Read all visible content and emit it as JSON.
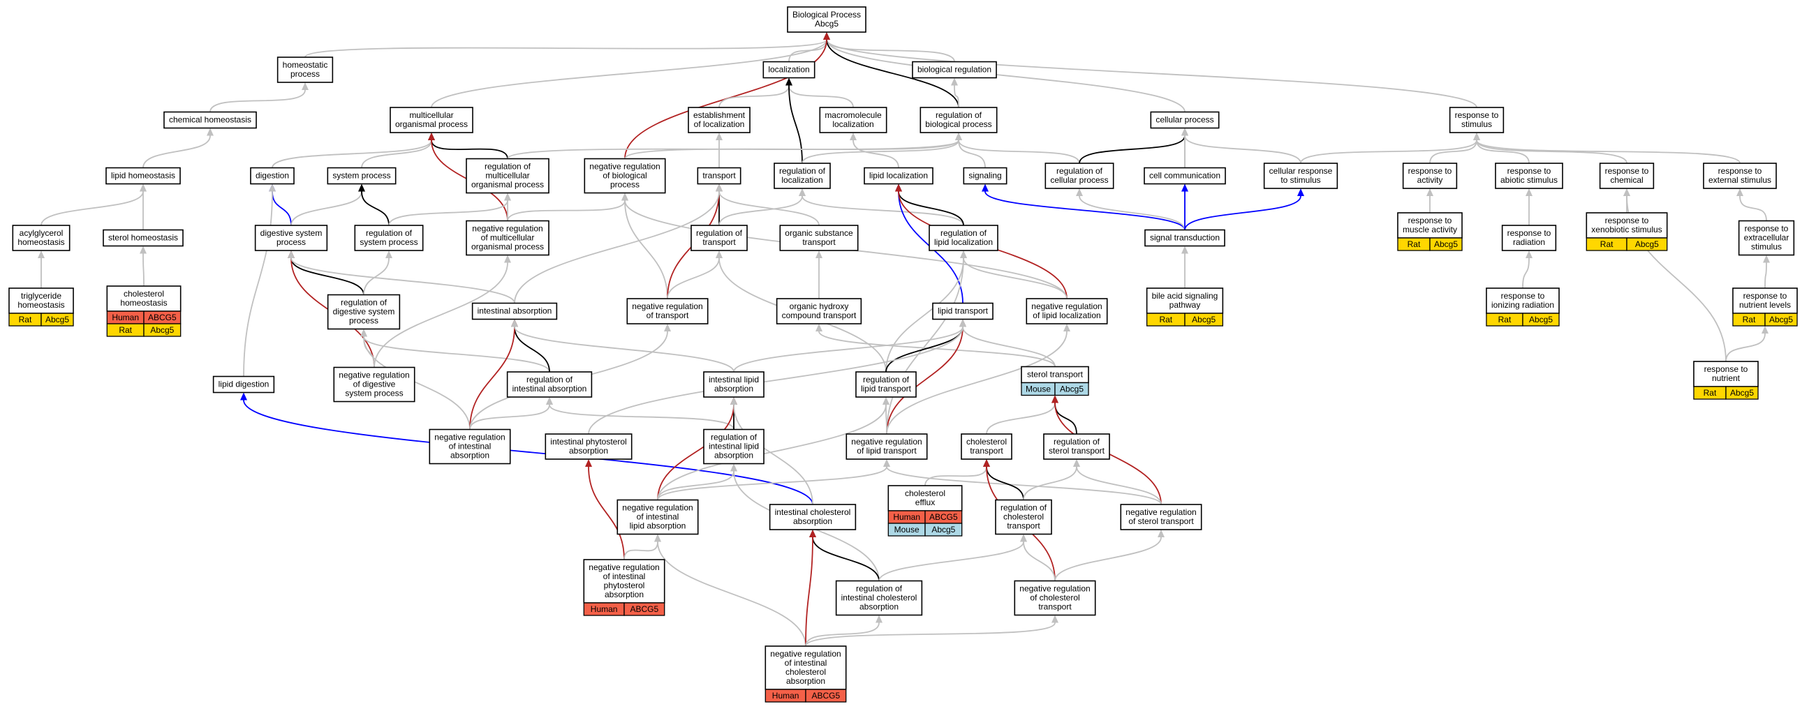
{
  "legend_colors": {
    "grey": "#c0c0c0",
    "black": "#000000",
    "red": "#b22222",
    "blue": "#0000ff"
  },
  "annotation_colors": {
    "Human": "#f46048",
    "Rat": "#ffd700",
    "Mouse": "#add8e6"
  },
  "nodes": {
    "bp": {
      "lines": [
        "Biological Process",
        "Abcg5"
      ]
    },
    "homeostatic": {
      "lines": [
        "homeostatic",
        "process"
      ]
    },
    "localization": {
      "lines": [
        "localization"
      ]
    },
    "bioreg": {
      "lines": [
        "biological regulation"
      ]
    },
    "chemhomeo": {
      "lines": [
        "chemical homeostasis"
      ]
    },
    "multicell": {
      "lines": [
        "multicellular",
        "organismal process"
      ]
    },
    "estloc": {
      "lines": [
        "establishment",
        "of localization"
      ]
    },
    "macroloc": {
      "lines": [
        "macromolecule",
        "localization"
      ]
    },
    "regbio": {
      "lines": [
        "regulation of",
        "biological process"
      ]
    },
    "cellproc": {
      "lines": [
        "cellular process"
      ]
    },
    "respstim": {
      "lines": [
        "response to",
        "stimulus"
      ]
    },
    "lipidhomeo": {
      "lines": [
        "lipid homeostasis"
      ]
    },
    "digestion": {
      "lines": [
        "digestion"
      ]
    },
    "sysproc": {
      "lines": [
        "system process"
      ]
    },
    "regmulti": {
      "lines": [
        "regulation of",
        "multicellular",
        "organismal process"
      ]
    },
    "negregbio": {
      "lines": [
        "negative regulation",
        "of biological",
        "process"
      ]
    },
    "transport": {
      "lines": [
        "transport"
      ]
    },
    "regloc": {
      "lines": [
        "regulation of",
        "localization"
      ]
    },
    "lipidloc": {
      "lines": [
        "lipid localization"
      ]
    },
    "signaling": {
      "lines": [
        "signaling"
      ]
    },
    "regcell": {
      "lines": [
        "regulation of",
        "cellular process"
      ]
    },
    "cellcomm": {
      "lines": [
        "cell communication"
      ]
    },
    "cellresp": {
      "lines": [
        "cellular response",
        "to stimulus"
      ]
    },
    "respmuscle": {
      "lines": [
        "response to",
        "activity"
      ]
    },
    "respabiotic": {
      "lines": [
        "response to",
        "abiotic stimulus"
      ]
    },
    "respchem": {
      "lines": [
        "response to",
        "chemical"
      ]
    },
    "respext": {
      "lines": [
        "response to",
        "external stimulus"
      ]
    },
    "acylhomeo": {
      "lines": [
        "acylglycerol",
        "homeostasis"
      ]
    },
    "sterolhomeo": {
      "lines": [
        "sterol homeostasis"
      ]
    },
    "digsys": {
      "lines": [
        "digestive system",
        "process"
      ]
    },
    "regsys": {
      "lines": [
        "regulation of",
        "system process"
      ]
    },
    "negregmulti": {
      "lines": [
        "negative regulation",
        "of multicellular",
        "organismal process"
      ]
    },
    "regtransport": {
      "lines": [
        "regulation of",
        "transport"
      ]
    },
    "orgsub": {
      "lines": [
        "organic substance",
        "transport"
      ]
    },
    "reglipidloc": {
      "lines": [
        "regulation of",
        "lipid localization"
      ]
    },
    "sigtrans": {
      "lines": [
        "signal transduction"
      ]
    },
    "respmuscleact": {
      "lines": [
        "response to",
        "muscle activity"
      ],
      "ann": [
        [
          "Rat",
          "Abcg5"
        ]
      ]
    },
    "respradiation": {
      "lines": [
        "response to",
        "radiation"
      ]
    },
    "respxeno": {
      "lines": [
        "response to",
        "xenobiotic stimulus"
      ],
      "ann": [
        [
          "Rat",
          "Abcg5"
        ]
      ]
    },
    "respextracell": {
      "lines": [
        "response to",
        "extracellular",
        "stimulus"
      ]
    },
    "trighomeo": {
      "lines": [
        "triglyceride",
        "homeostasis"
      ],
      "ann": [
        [
          "Rat",
          "Abcg5"
        ]
      ]
    },
    "cholhomeo": {
      "lines": [
        "cholesterol",
        "homeostasis"
      ],
      "ann": [
        [
          "Human",
          "ABCG5"
        ],
        [
          "Rat",
          "Abcg5"
        ]
      ]
    },
    "regdigsys": {
      "lines": [
        "regulation of",
        "digestive system",
        "process"
      ]
    },
    "intabs": {
      "lines": [
        "intestinal absorption"
      ]
    },
    "negregtransport": {
      "lines": [
        "negative regulation",
        "of transport"
      ]
    },
    "orghydroxy": {
      "lines": [
        "organic hydroxy",
        "compound transport"
      ]
    },
    "lipidtransport": {
      "lines": [
        "lipid transport"
      ]
    },
    "negreglipidloc": {
      "lines": [
        "negative regulation",
        "of lipid localization"
      ]
    },
    "bileacid": {
      "lines": [
        "bile acid signaling",
        "pathway"
      ],
      "ann": [
        [
          "Rat",
          "Abcg5"
        ]
      ]
    },
    "respionizing": {
      "lines": [
        "response to",
        "ionizing radiation"
      ],
      "ann": [
        [
          "Rat",
          "Abcg5"
        ]
      ]
    },
    "respnutlevels": {
      "lines": [
        "response to",
        "nutrient levels"
      ],
      "ann": [
        [
          "Rat",
          "Abcg5"
        ]
      ]
    },
    "lipiddigestion": {
      "lines": [
        "lipid digestion"
      ]
    },
    "negregdigsys": {
      "lines": [
        "negative regulation",
        "of digestive",
        "system process"
      ]
    },
    "regintabs": {
      "lines": [
        "regulation of",
        "intestinal absorption"
      ]
    },
    "intlipidabs": {
      "lines": [
        "intestinal lipid",
        "absorption"
      ]
    },
    "reglipidtransport": {
      "lines": [
        "regulation of",
        "lipid transport"
      ]
    },
    "steroltransport": {
      "lines": [
        "sterol transport"
      ],
      "ann": [
        [
          "Mouse",
          "Abcg5"
        ]
      ]
    },
    "respnutrient": {
      "lines": [
        "response to",
        "nutrient"
      ],
      "ann": [
        [
          "Rat",
          "Abcg5"
        ]
      ]
    },
    "negregintabs": {
      "lines": [
        "negative regulation",
        "of intestinal",
        "absorption"
      ]
    },
    "intphyto": {
      "lines": [
        "intestinal phytosterol",
        "absorption"
      ]
    },
    "regintlipidabs": {
      "lines": [
        "regulation of",
        "intestinal lipid",
        "absorption"
      ]
    },
    "negreglipidtransport": {
      "lines": [
        "negative regulation",
        "of lipid transport"
      ]
    },
    "choltransport": {
      "lines": [
        "cholesterol",
        "transport"
      ]
    },
    "regsteroltransport": {
      "lines": [
        "regulation of",
        "sterol transport"
      ]
    },
    "negregintlipidabs": {
      "lines": [
        "negative regulation",
        "of intestinal",
        "lipid absorption"
      ]
    },
    "intcholabs": {
      "lines": [
        "intestinal cholesterol",
        "absorption"
      ]
    },
    "cholefflux": {
      "lines": [
        "cholesterol",
        "efflux"
      ],
      "ann": [
        [
          "Human",
          "ABCG5"
        ],
        [
          "Mouse",
          "Abcg5"
        ]
      ]
    },
    "regcholtransport": {
      "lines": [
        "regulation of",
        "cholesterol",
        "transport"
      ]
    },
    "negregsteroltransport": {
      "lines": [
        "negative regulation",
        "of sterol transport"
      ]
    },
    "negregintphyto": {
      "lines": [
        "negative regulation",
        "of intestinal",
        "phytosterol",
        "absorption"
      ],
      "ann": [
        [
          "Human",
          "ABCG5"
        ]
      ]
    },
    "regintcholabs": {
      "lines": [
        "regulation of",
        "intestinal cholesterol",
        "absorption"
      ]
    },
    "negregcholtransport": {
      "lines": [
        "negative regulation",
        "of cholesterol",
        "transport"
      ]
    },
    "negregintcholabs": {
      "lines": [
        "negative regulation",
        "of intestinal",
        "cholesterol",
        "absorption"
      ],
      "ann": [
        [
          "Human",
          "ABCG5"
        ]
      ]
    }
  },
  "edges": [
    [
      "homeostatic",
      "bp",
      "grey"
    ],
    [
      "localization",
      "bp",
      "grey"
    ],
    [
      "bioreg",
      "bp",
      "grey"
    ],
    [
      "multicell",
      "bp",
      "grey"
    ],
    [
      "cellproc",
      "bp",
      "grey"
    ],
    [
      "respstim",
      "bp",
      "grey"
    ],
    [
      "regbio",
      "bp",
      "black"
    ],
    [
      "negregbio",
      "bp",
      "red"
    ],
    [
      "chemhomeo",
      "homeostatic",
      "grey"
    ],
    [
      "lipidhomeo",
      "chemhomeo",
      "grey"
    ],
    [
      "acylhomeo",
      "lipidhomeo",
      "grey"
    ],
    [
      "sterolhomeo",
      "lipidhomeo",
      "grey"
    ],
    [
      "trighomeo",
      "acylhomeo",
      "grey"
    ],
    [
      "cholhomeo",
      "sterolhomeo",
      "grey"
    ],
    [
      "estloc",
      "localization",
      "grey"
    ],
    [
      "macroloc",
      "localization",
      "grey"
    ],
    [
      "regloc",
      "localization",
      "black"
    ],
    [
      "regbio",
      "bioreg",
      "grey"
    ],
    [
      "digestion",
      "multicell",
      "grey"
    ],
    [
      "sysproc",
      "multicell",
      "grey"
    ],
    [
      "regmulti",
      "multicell",
      "black"
    ],
    [
      "negregmulti",
      "multicell",
      "red"
    ],
    [
      "transport",
      "estloc",
      "grey"
    ],
    [
      "lipidloc",
      "macroloc",
      "grey"
    ],
    [
      "regmulti",
      "regbio",
      "grey"
    ],
    [
      "negregbio",
      "regbio",
      "grey"
    ],
    [
      "regloc",
      "regbio",
      "grey"
    ],
    [
      "regcell",
      "regbio",
      "grey"
    ],
    [
      "signaling",
      "regbio",
      "grey"
    ],
    [
      "regcell",
      "cellproc",
      "black"
    ],
    [
      "cellcomm",
      "cellproc",
      "grey"
    ],
    [
      "sigtrans",
      "cellproc",
      "grey"
    ],
    [
      "cellresp",
      "cellproc",
      "grey"
    ],
    [
      "cellresp",
      "respstim",
      "grey"
    ],
    [
      "respmuscle",
      "respstim",
      "grey"
    ],
    [
      "respabiotic",
      "respstim",
      "grey"
    ],
    [
      "respchem",
      "respstim",
      "grey"
    ],
    [
      "respext",
      "respstim",
      "grey"
    ],
    [
      "digsys",
      "digestion",
      "blue"
    ],
    [
      "lipiddigestion",
      "digestion",
      "grey"
    ],
    [
      "digsys",
      "sysproc",
      "grey"
    ],
    [
      "regsys",
      "sysproc",
      "black"
    ],
    [
      "negregmulti",
      "regmulti",
      "grey"
    ],
    [
      "regsys",
      "regmulti",
      "grey"
    ],
    [
      "negregmulti",
      "negregbio",
      "grey"
    ],
    [
      "negregtransport",
      "negregbio",
      "grey"
    ],
    [
      "negreglipidloc",
      "negregbio",
      "grey"
    ],
    [
      "regtransport",
      "transport",
      "black"
    ],
    [
      "negregtransport",
      "transport",
      "red"
    ],
    [
      "orgsub",
      "transport",
      "grey"
    ],
    [
      "intabs",
      "transport",
      "grey"
    ],
    [
      "regtransport",
      "regloc",
      "grey"
    ],
    [
      "reglipidloc",
      "regloc",
      "grey"
    ],
    [
      "lipidtransport",
      "lipidloc",
      "blue"
    ],
    [
      "reglipidloc",
      "lipidloc",
      "black"
    ],
    [
      "negreglipidloc",
      "lipidloc",
      "red"
    ],
    [
      "sigtrans",
      "signaling",
      "blue"
    ],
    [
      "sigtrans",
      "regcell",
      "grey"
    ],
    [
      "sigtrans",
      "cellcomm",
      "blue"
    ],
    [
      "sigtrans",
      "cellresp",
      "blue"
    ],
    [
      "respmuscleact",
      "respmuscle",
      "grey"
    ],
    [
      "respradiation",
      "respabiotic",
      "grey"
    ],
    [
      "respionizing",
      "respradiation",
      "grey"
    ],
    [
      "respxeno",
      "respchem",
      "grey"
    ],
    [
      "respnutrient",
      "respchem",
      "grey"
    ],
    [
      "respextracell",
      "respext",
      "grey"
    ],
    [
      "respnutlevels",
      "respextracell",
      "grey"
    ],
    [
      "respnutrient",
      "respnutlevels",
      "grey"
    ],
    [
      "bileacid",
      "sigtrans",
      "grey"
    ],
    [
      "regdigsys",
      "digsys",
      "black"
    ],
    [
      "negregdigsys",
      "digsys",
      "red"
    ],
    [
      "intabs",
      "digsys",
      "grey"
    ],
    [
      "regdigsys",
      "regsys",
      "grey"
    ],
    [
      "negregdigsys",
      "regdigsys",
      "grey"
    ],
    [
      "negregdigsys",
      "negregmulti",
      "grey"
    ],
    [
      "regintabs",
      "regdigsys",
      "grey"
    ],
    [
      "negregintabs",
      "regdigsys",
      "grey"
    ],
    [
      "negregtransport",
      "regtransport",
      "grey"
    ],
    [
      "reglipidtransport",
      "regtransport",
      "grey"
    ],
    [
      "orghydroxy",
      "orgsub",
      "grey"
    ],
    [
      "steroltransport",
      "orghydroxy",
      "grey"
    ],
    [
      "negreglipidtransport",
      "reglipidloc",
      "grey"
    ],
    [
      "reglipidtransport",
      "reglipidloc",
      "grey"
    ],
    [
      "negreglipidloc",
      "reglipidloc",
      "grey"
    ],
    [
      "regintabs",
      "intabs",
      "black"
    ],
    [
      "negregintabs",
      "intabs",
      "red"
    ],
    [
      "intlipidabs",
      "intabs",
      "grey"
    ],
    [
      "negregintabs",
      "negregtransport",
      "grey"
    ],
    [
      "reglipidtransport",
      "lipidtransport",
      "black"
    ],
    [
      "negreglipidtransport",
      "lipidtransport",
      "red"
    ],
    [
      "steroltransport",
      "lipidtransport",
      "grey"
    ],
    [
      "intlipidabs",
      "lipidtransport",
      "grey"
    ],
    [
      "intphyto",
      "lipidtransport",
      "grey"
    ],
    [
      "negreglipidtransport",
      "negreglipidloc",
      "grey"
    ],
    [
      "intcholabs",
      "lipiddigestion",
      "blue"
    ],
    [
      "negregintabs",
      "regintabs",
      "grey"
    ],
    [
      "regintlipidabs",
      "regintabs",
      "grey"
    ],
    [
      "regintlipidabs",
      "intlipidabs",
      "black"
    ],
    [
      "negregintlipidabs",
      "intlipidabs",
      "red"
    ],
    [
      "intcholabs",
      "intlipidabs",
      "grey"
    ],
    [
      "negregintlipidabs",
      "reglipidtransport",
      "grey"
    ],
    [
      "negreglipidtransport",
      "reglipidtransport",
      "grey"
    ],
    [
      "choltransport",
      "steroltransport",
      "grey"
    ],
    [
      "regsteroltransport",
      "steroltransport",
      "black"
    ],
    [
      "negregsteroltransport",
      "steroltransport",
      "red"
    ],
    [
      "negregintphyto",
      "intphyto",
      "red"
    ],
    [
      "negregintlipidabs",
      "regintlipidabs",
      "grey"
    ],
    [
      "regintcholabs",
      "regintlipidabs",
      "grey"
    ],
    [
      "negregintlipidabs",
      "negreglipidtransport",
      "grey"
    ],
    [
      "negregsteroltransport",
      "negreglipidtransport",
      "grey"
    ],
    [
      "cholefflux",
      "choltransport",
      "grey"
    ],
    [
      "regcholtransport",
      "choltransport",
      "black"
    ],
    [
      "negregcholtransport",
      "choltransport",
      "red"
    ],
    [
      "regcholtransport",
      "regsteroltransport",
      "grey"
    ],
    [
      "negregsteroltransport",
      "regsteroltransport",
      "grey"
    ],
    [
      "negregintphyto",
      "negregintlipidabs",
      "grey"
    ],
    [
      "negregintcholabs",
      "negregintlipidabs",
      "grey"
    ],
    [
      "regintcholabs",
      "intcholabs",
      "black"
    ],
    [
      "negregintcholabs",
      "intcholabs",
      "red"
    ],
    [
      "regintcholabs",
      "regcholtransport",
      "grey"
    ],
    [
      "negregcholtransport",
      "regcholtransport",
      "grey"
    ],
    [
      "negregcholtransport",
      "negregsteroltransport",
      "grey"
    ],
    [
      "negregintcholabs",
      "regintcholabs",
      "grey"
    ],
    [
      "negregintcholabs",
      "negregcholtransport",
      "grey"
    ]
  ]
}
